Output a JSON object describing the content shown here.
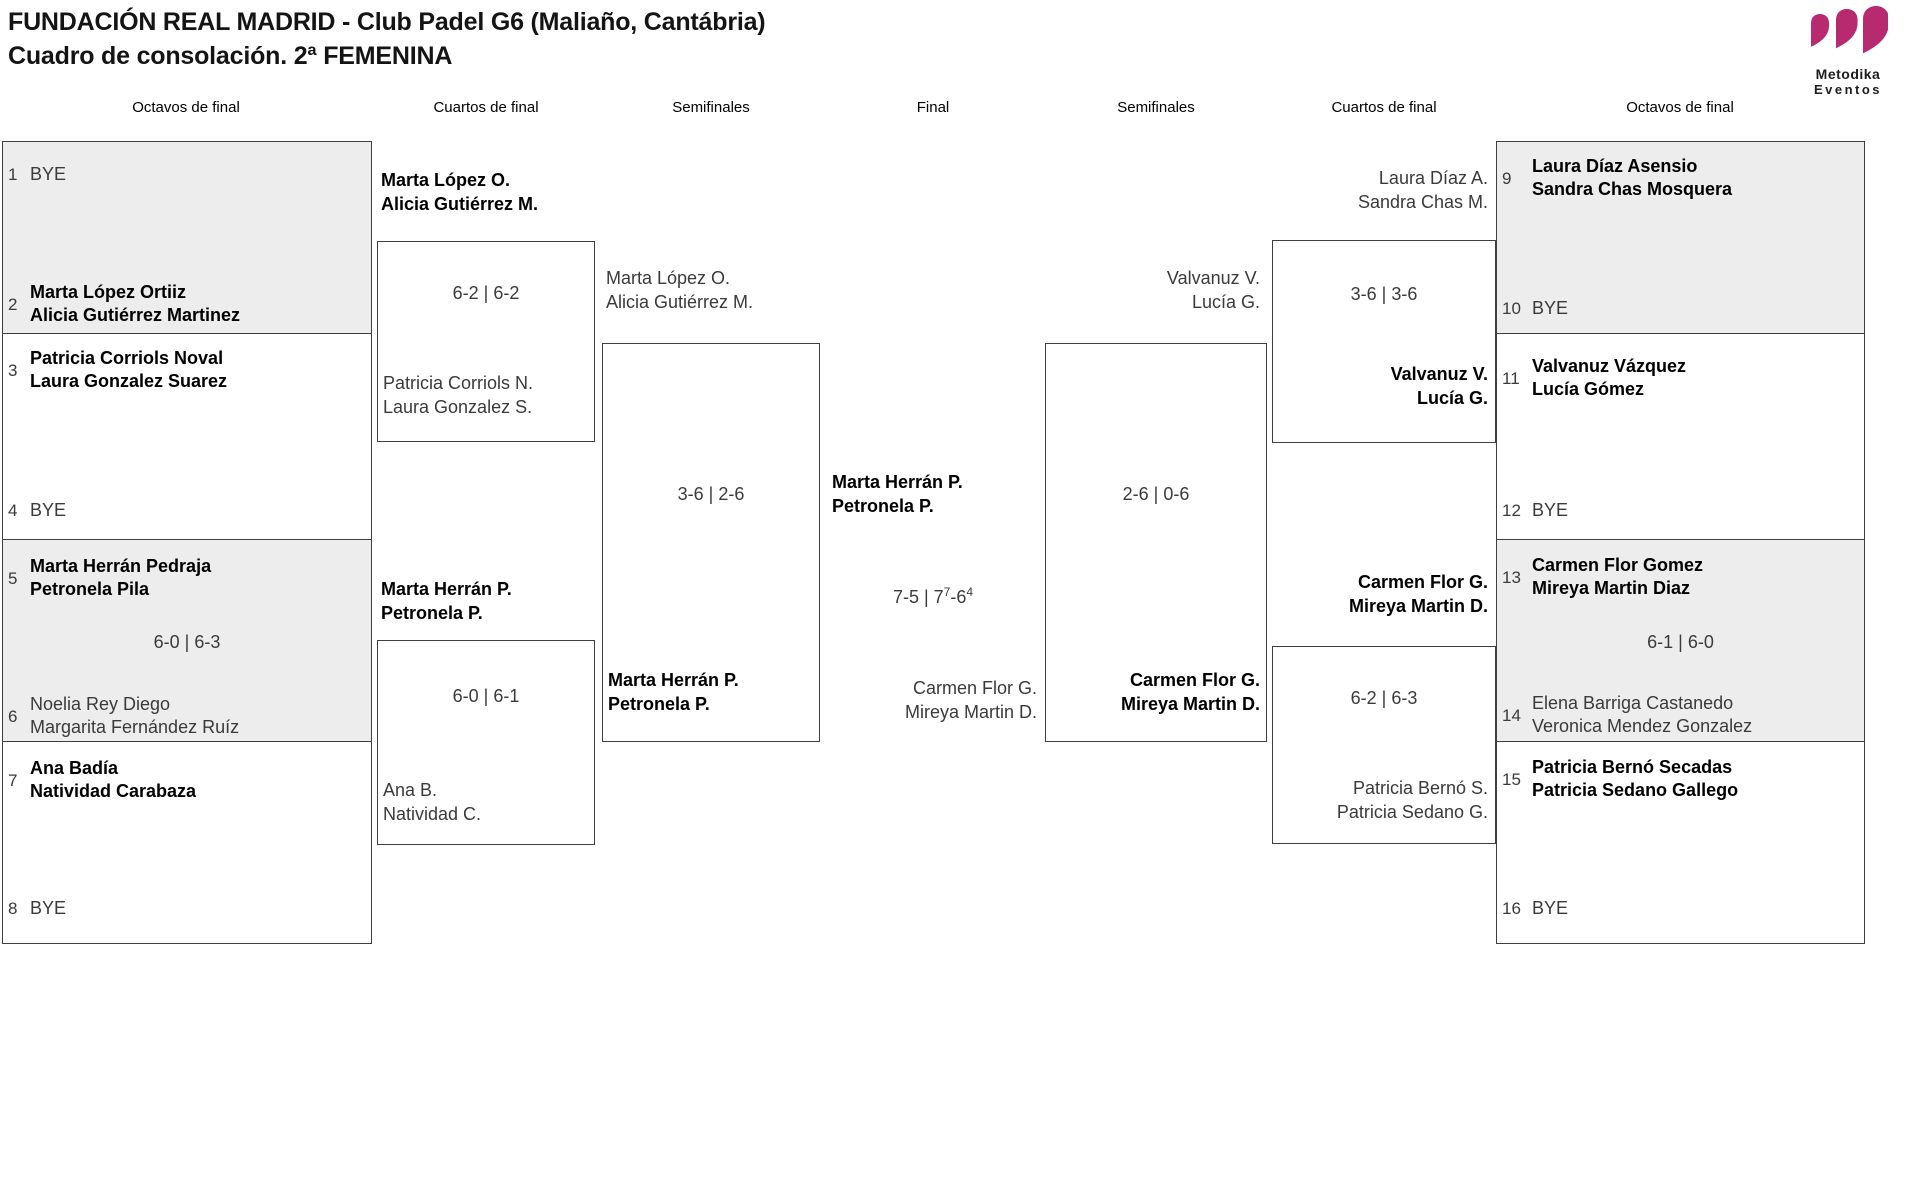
{
  "title": {
    "line1": "FUNDACIÓN REAL MADRID - Club Padel G6 (Maliaño, Cantábria)",
    "line2": "Cuadro de consolación. 2ª FEMENINA"
  },
  "logo": {
    "brand_line1": "Metodika",
    "brand_line2": "Eventos"
  },
  "round_headers": [
    "Octavos de final",
    "Cuartos de final",
    "Semifinales",
    "Final",
    "Semifinales",
    "Cuartos de final",
    "Octavos de final"
  ],
  "colors": {
    "accent": "#b72a6f",
    "box_fill_gray": "#ededed",
    "border": "#3f3f3f"
  },
  "bracket": {
    "left_octavos": {
      "e1": {
        "seed": "1",
        "l1": "BYE"
      },
      "e2": {
        "seed": "2",
        "l1": "Marta López Ortiiz",
        "l2": "Alicia Gutiérrez Martinez"
      },
      "e3": {
        "seed": "3",
        "l1": "Patricia Corriols Noval",
        "l2": "Laura Gonzalez Suarez"
      },
      "e4": {
        "seed": "4",
        "l1": "BYE"
      },
      "e5": {
        "seed": "5",
        "l1": "Marta Herrán Pedraja",
        "l2": "Petronela Pila"
      },
      "score_5v6": "6-0 | 6-3",
      "e6": {
        "seed": "6",
        "l1": "Noelia Rey Diego",
        "l2": "Margarita Fernández Ruíz"
      },
      "e7": {
        "seed": "7",
        "l1": "Ana Badía",
        "l2": "Natividad Carabaza"
      },
      "e8": {
        "seed": "8",
        "l1": "BYE"
      }
    },
    "left_cuartos": {
      "winner_top": {
        "l1": "Marta López O.",
        "l2": "Alicia Gutiérrez M."
      },
      "match_top": {
        "score": "6-2 | 6-2",
        "loser_l1": "Patricia Corriols N.",
        "loser_l2": "Laura Gonzalez S."
      },
      "winner_bottom": {
        "l1": "Marta Herrán P.",
        "l2": "Petronela P."
      },
      "match_bottom": {
        "score": "6-0 | 6-1",
        "loser_l1": "Ana B.",
        "loser_l2": "Natividad C."
      }
    },
    "left_semis": {
      "finalist": {
        "l1": "Marta López O.",
        "l2": "Alicia Gutiérrez M."
      },
      "match": {
        "score": "3-6 | 2-6",
        "winner_l1": "Marta Herrán P.",
        "winner_l2": "Petronela P."
      }
    },
    "final": {
      "winner": {
        "l1": "Marta Herrán P.",
        "l2": "Petronela P."
      },
      "score": {
        "p1": "7-5 | 7",
        "s1": "7",
        "p2": "-6",
        "s2": "4"
      },
      "runner_up": {
        "l1": "Carmen Flor G.",
        "l2": "Mireya Martin D."
      }
    },
    "right_semis": {
      "finalist": {
        "l1": "Valvanuz V.",
        "l2": "Lucía G."
      },
      "match": {
        "score": "2-6 | 0-6",
        "winner_l1": "Carmen Flor G.",
        "winner_l2": "Mireya Martin D."
      }
    },
    "right_cuartos": {
      "winner_top": {
        "l1": "Laura Díaz A.",
        "l2": "Sandra Chas M."
      },
      "match_top": {
        "score": "3-6 | 3-6",
        "winner_l1": "Valvanuz V.",
        "winner_l2": "Lucía G."
      },
      "winner_bottom": {
        "l1": "Carmen Flor G.",
        "l2": "Mireya Martin D."
      },
      "match_bottom": {
        "score": "6-2 | 6-3",
        "loser_l1": "Patricia Bernó S.",
        "loser_l2": "Patricia Sedano G."
      }
    },
    "right_octavos": {
      "e9": {
        "seed": "9",
        "l1": "Laura Díaz Asensio",
        "l2": "Sandra Chas Mosquera"
      },
      "e10": {
        "seed": "10",
        "l1": "BYE"
      },
      "e11": {
        "seed": "11",
        "l1": "Valvanuz Vázquez",
        "l2": "Lucía Gómez"
      },
      "e12": {
        "seed": "12",
        "l1": "BYE"
      },
      "e13": {
        "seed": "13",
        "l1": "Carmen Flor Gomez",
        "l2": "Mireya Martin Diaz"
      },
      "score_13v14": "6-1 | 6-0",
      "e14": {
        "seed": "14",
        "l1": "Elena Barriga Castanedo",
        "l2": "Veronica Mendez Gonzalez"
      },
      "e15": {
        "seed": "15",
        "l1": "Patricia Bernó Secadas",
        "l2": "Patricia Sedano Gallego"
      },
      "e16": {
        "seed": "16",
        "l1": "BYE"
      }
    }
  }
}
